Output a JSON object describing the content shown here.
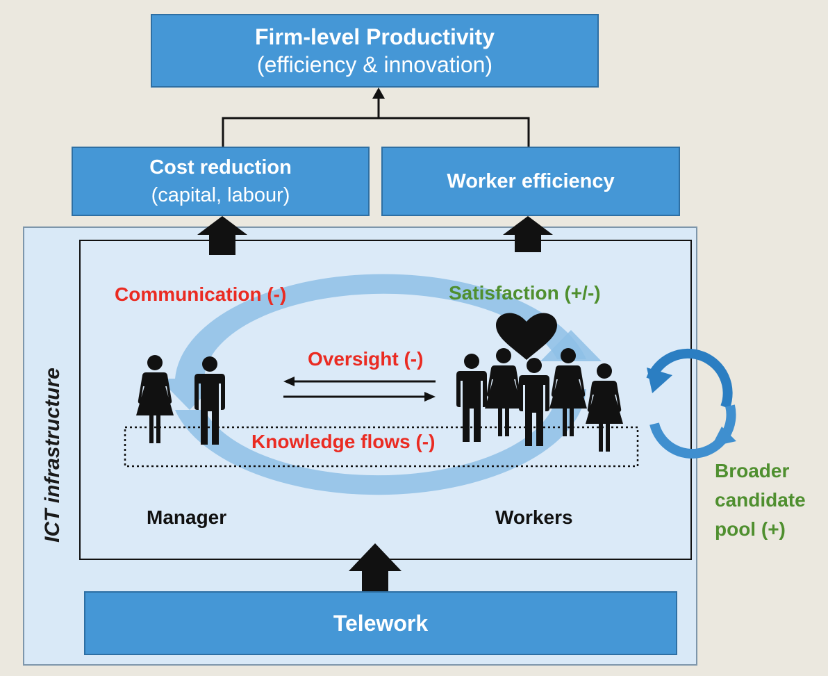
{
  "top_box": {
    "title": "Firm-level Productivity",
    "subtitle": "(efficiency & innovation)"
  },
  "cost_box": {
    "title": "Cost reduction",
    "subtitle": "(capital, labour)"
  },
  "worker_efficiency_box": {
    "title": "Worker efficiency"
  },
  "telework_box": {
    "title": "Telework"
  },
  "frame_label": "ICT infrastructure",
  "labels": {
    "communication": "Communication (-)",
    "satisfaction": "Satisfaction (+/-)",
    "oversight": "Oversight (-)",
    "knowledge_flows": "Knowledge flows (-)",
    "manager": "Manager",
    "workers": "Workers",
    "broader_pool": "Broader candidate pool (+)"
  },
  "colors": {
    "box_fill": "#4597d6",
    "negative": "#ea2b22",
    "positive": "#4f8f2f",
    "cycle_arrow": "#8ebfe6",
    "frame_fill": "#d9e9f7"
  }
}
